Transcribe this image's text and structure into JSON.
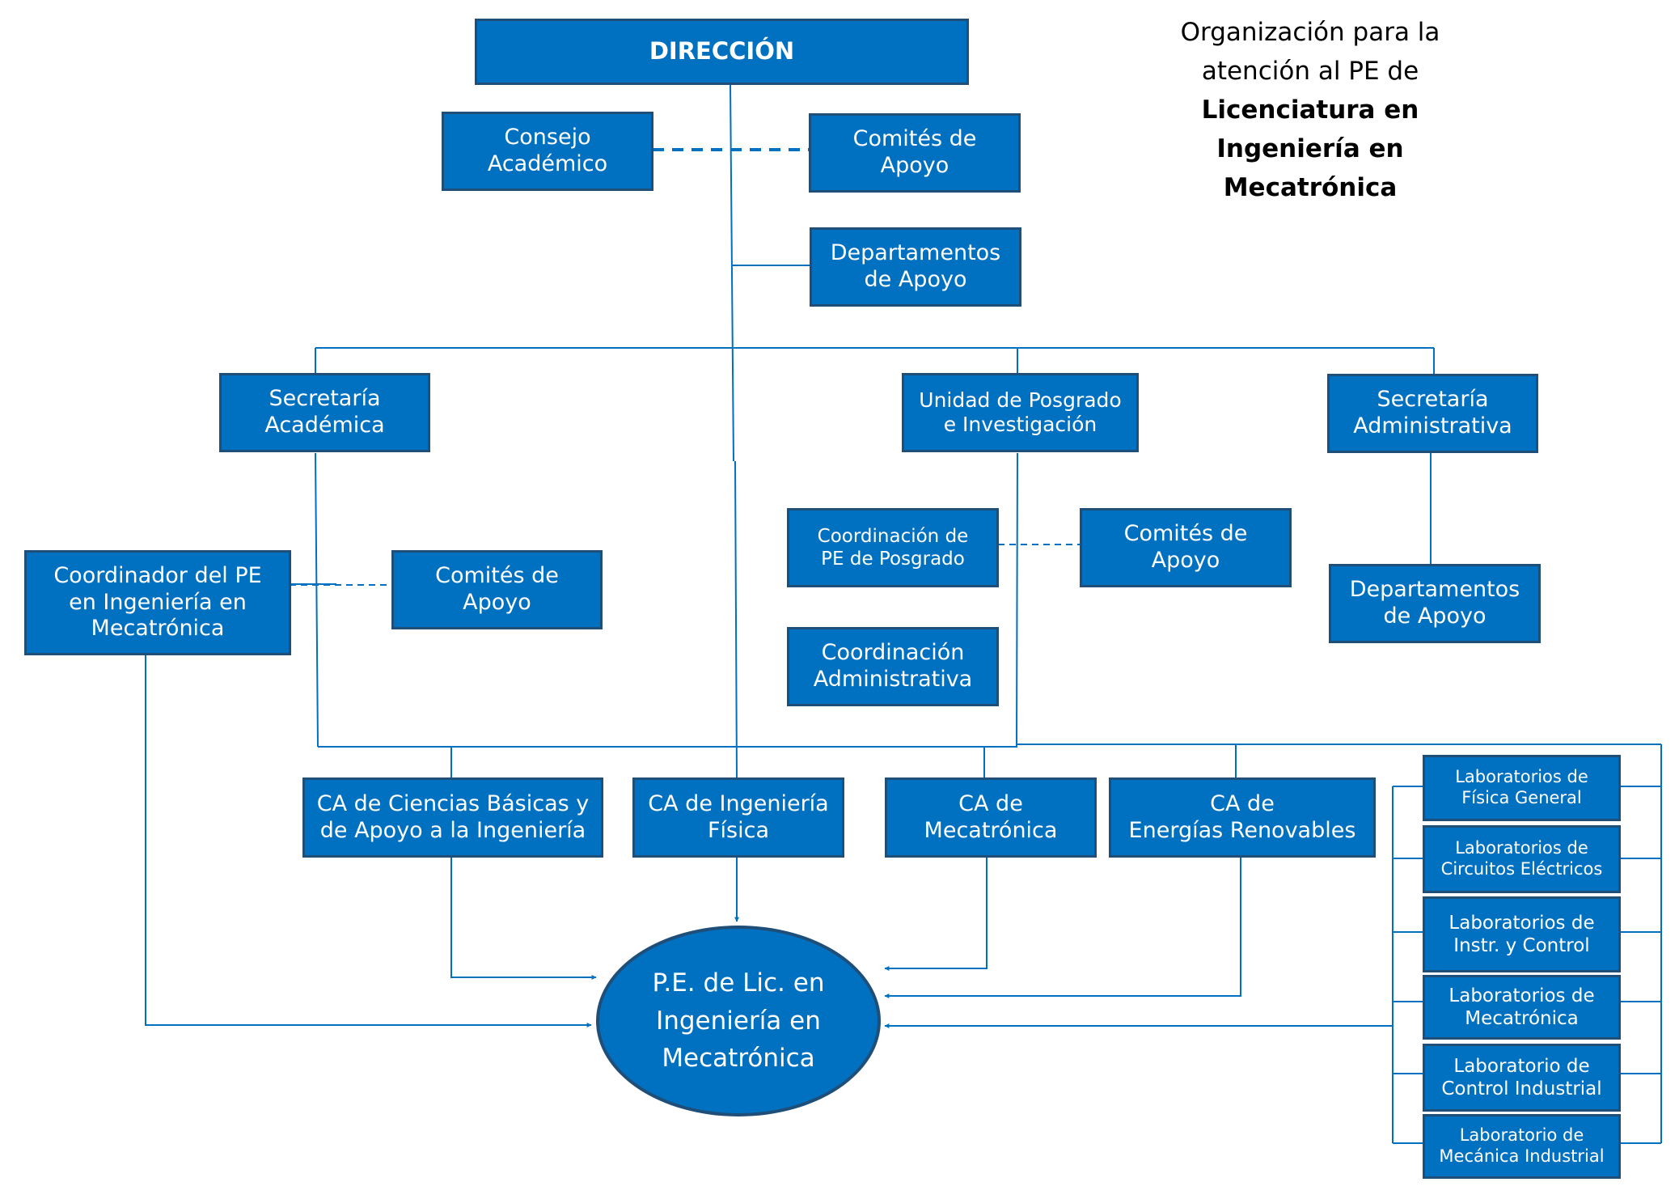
{
  "caption": {
    "line1": "Organización para la",
    "line2": "atención al PE de",
    "bold_line1": "Licenciatura en",
    "bold_line2": "Ingeniería en",
    "bold_line3": "Mecatrónica"
  },
  "nodes": {
    "direccion": "DIRECCIÓN",
    "consejo_academico": "Consejo\nAcadémico",
    "comites_apoyo_top": "Comités de\nApoyo",
    "departamentos_apoyo_top": "Departamentos\nde Apoyo",
    "secretaria_academica": "Secretaría\nAcadémica",
    "unidad_posgrado": "Unidad de Posgrado\ne Investigación",
    "secretaria_administrativa": "Secretaría\nAdministrativa",
    "coordinador_pe": "Coordinador del PE\nen Ingeniería en\nMecatrónica",
    "comites_apoyo_left": "Comités de\nApoyo",
    "coordinacion_pe_posgrado": "Coordinación de\nPE de Posgrado",
    "comites_apoyo_mid": "Comités de\nApoyo",
    "departamentos_apoyo_right": "Departamentos\nde Apoyo",
    "coordinacion_administrativa": "Coordinación\nAdministrativa",
    "ca_ciencias_basicas": "CA de Ciencias Básicas y\nde Apoyo a la Ingeniería",
    "ca_ingenieria_fisica": "CA de Ingeniería\nFísica",
    "ca_mecatronica": "CA de\nMecatrónica",
    "ca_energias_renovables": "CA de\nEnergías Renovables",
    "pe_mecatronica": "P.E. de Lic. en\nIngeniería en\nMecatrónica"
  },
  "labs": [
    "Laboratorios de\nFísica General",
    "Laboratorios de\nCircuitos Eléctricos",
    "Laboratorios de\nInstr. y Control",
    "Laboratorios de\nMecatrónica",
    "Laboratorio de\nControl Industrial",
    "Laboratorio de\nMecánica Industrial"
  ],
  "colors": {
    "box_fill": "#0070C0",
    "box_border": "#1F4E79",
    "box_text": "#FFFFFF",
    "connector": "#0070C0",
    "caption_text": "#000000"
  }
}
